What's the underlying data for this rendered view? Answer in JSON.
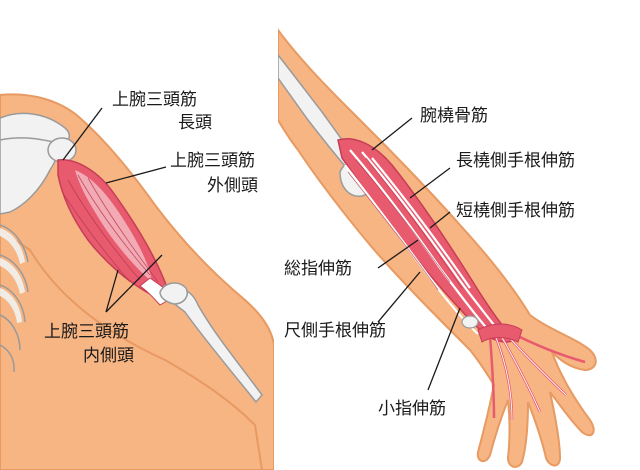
{
  "labels": {
    "triceps_long_head": [
      "上腕三頭筋",
      "長頭"
    ],
    "triceps_lateral_head": [
      "上腕三頭筋",
      "外側頭"
    ],
    "triceps_medial_head": [
      "上腕三頭筋",
      "内側頭"
    ],
    "brachioradialis": "腕橈骨筋",
    "ext_carpi_radialis_longus": "長橈側手根伸筋",
    "ext_carpi_radialis_brevis": "短橈側手根伸筋",
    "ext_digitorum": "総指伸筋",
    "ext_carpi_ulnaris": "尺側手根伸筋",
    "ext_digiti_minimi": "小指伸筋"
  },
  "colors": {
    "skin": "#f6b583",
    "skin_outline": "#e79a62",
    "muscle": "#e85a6e",
    "muscle_light": "#f6c5cc",
    "bone": "#f2f2f2",
    "bone_outline": "#9a9a9a",
    "divider": "#ffffff"
  }
}
